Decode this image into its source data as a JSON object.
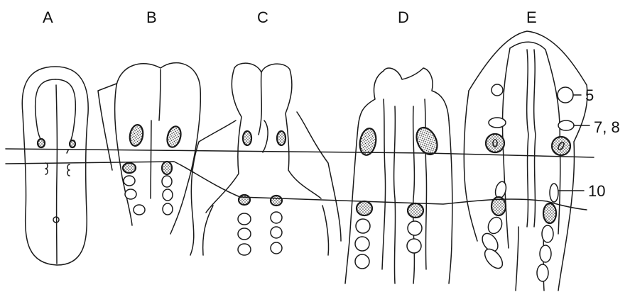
{
  "panels": [
    {
      "key": "A",
      "label": "A"
    },
    {
      "key": "B",
      "label": "B"
    },
    {
      "key": "C",
      "label": "C"
    },
    {
      "key": "D",
      "label": "D"
    },
    {
      "key": "E",
      "label": "E"
    }
  ],
  "callouts": {
    "c5": "5",
    "c78": "7, 8",
    "c10": "10"
  }
}
